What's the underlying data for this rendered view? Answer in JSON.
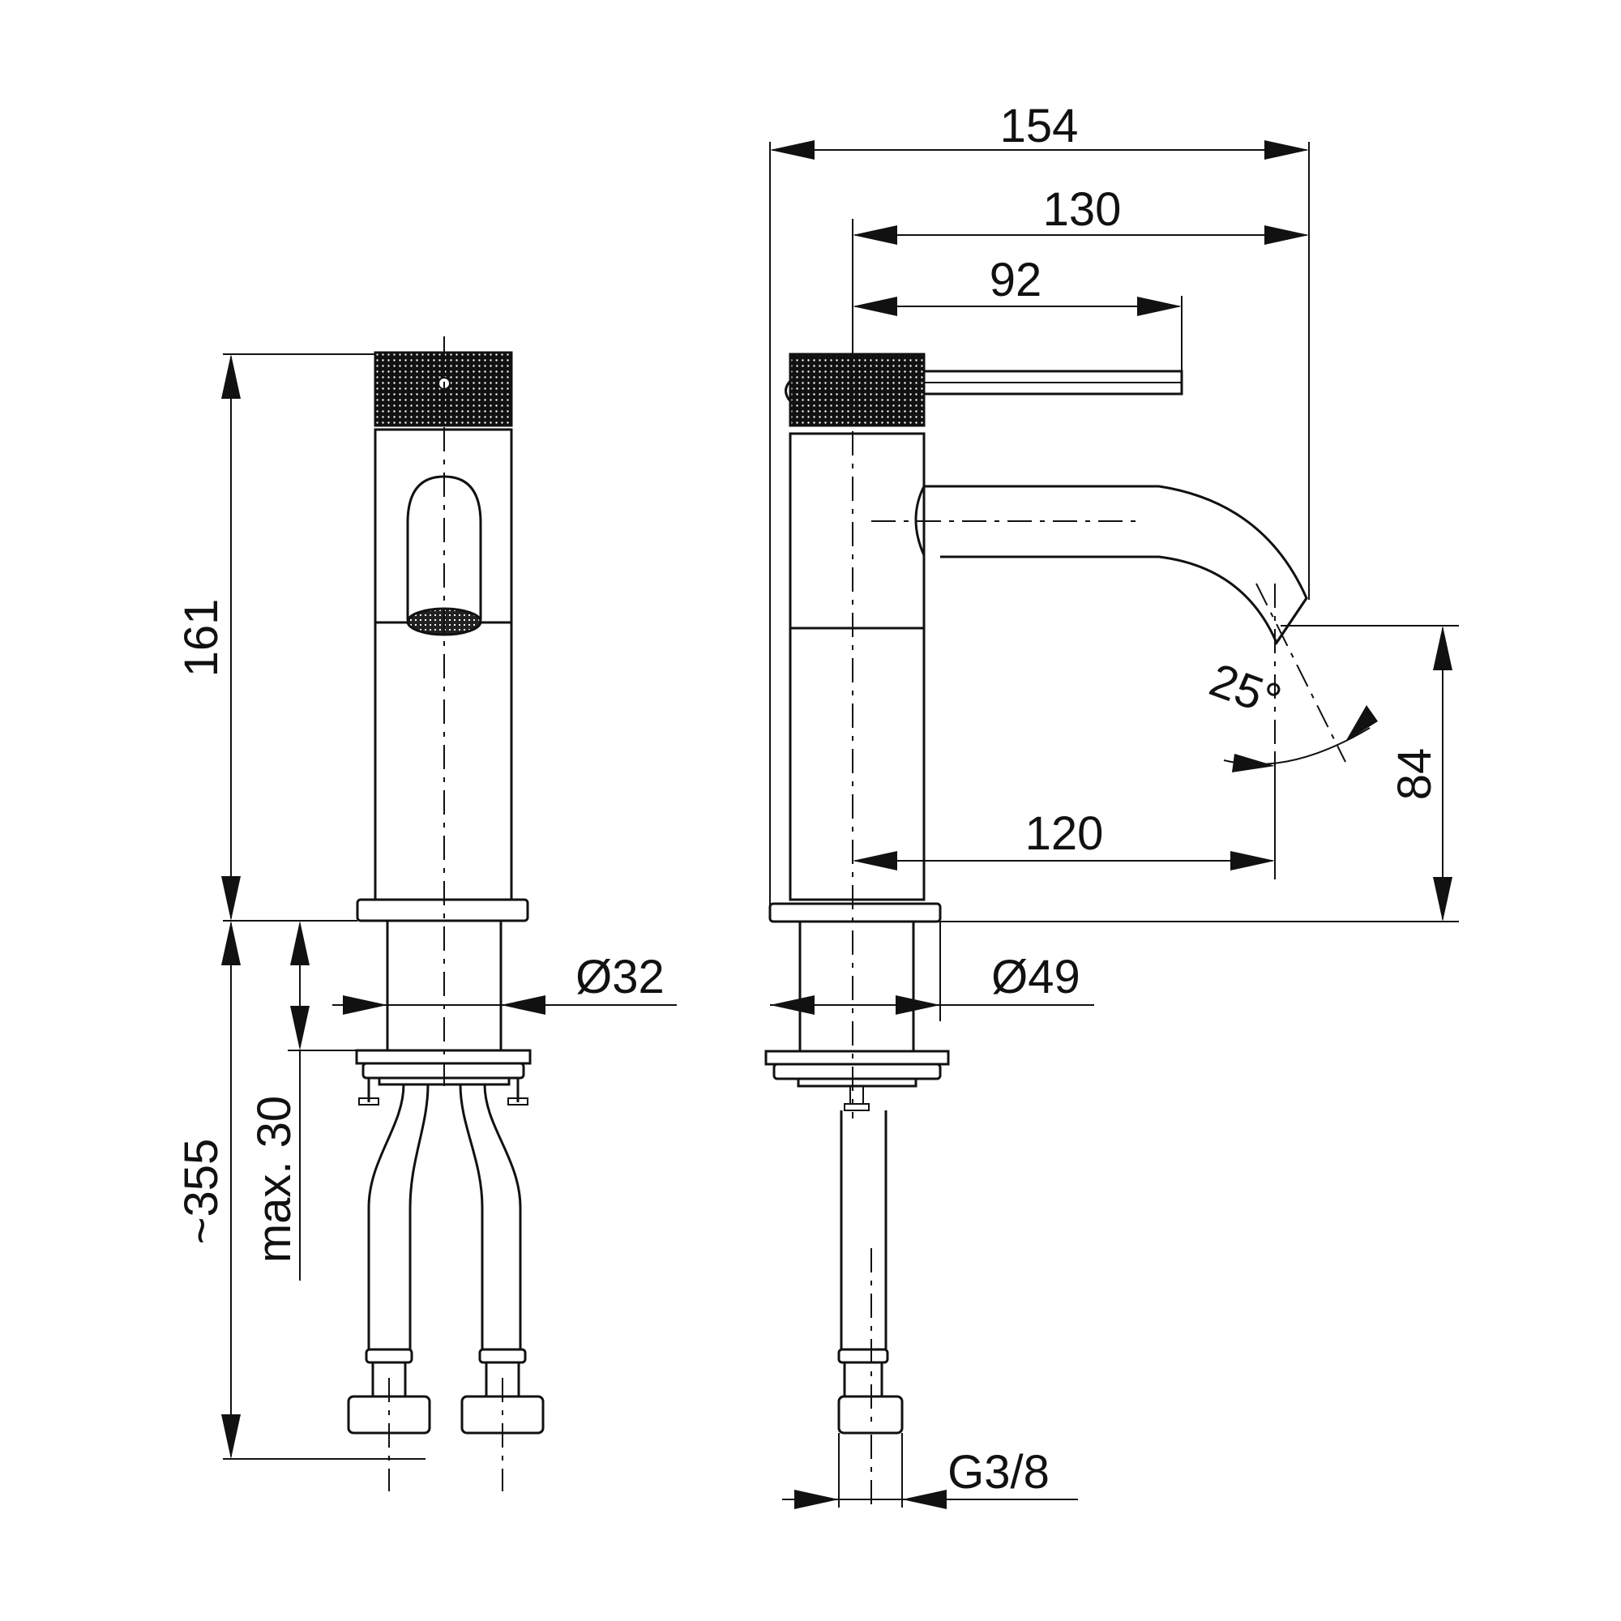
{
  "dimensions": {
    "front_height_body": "161",
    "front_height_total": "~355",
    "max_counter_thickness": "max. 30",
    "pipe_diameter": "Ø32",
    "overall_depth": "154",
    "spout_reach": "130",
    "lever_length": "92",
    "spout_angle": "25°",
    "spout_height": "84",
    "spout_projection": "120",
    "base_diameter": "Ø49",
    "connection_thread": "G3/8"
  }
}
